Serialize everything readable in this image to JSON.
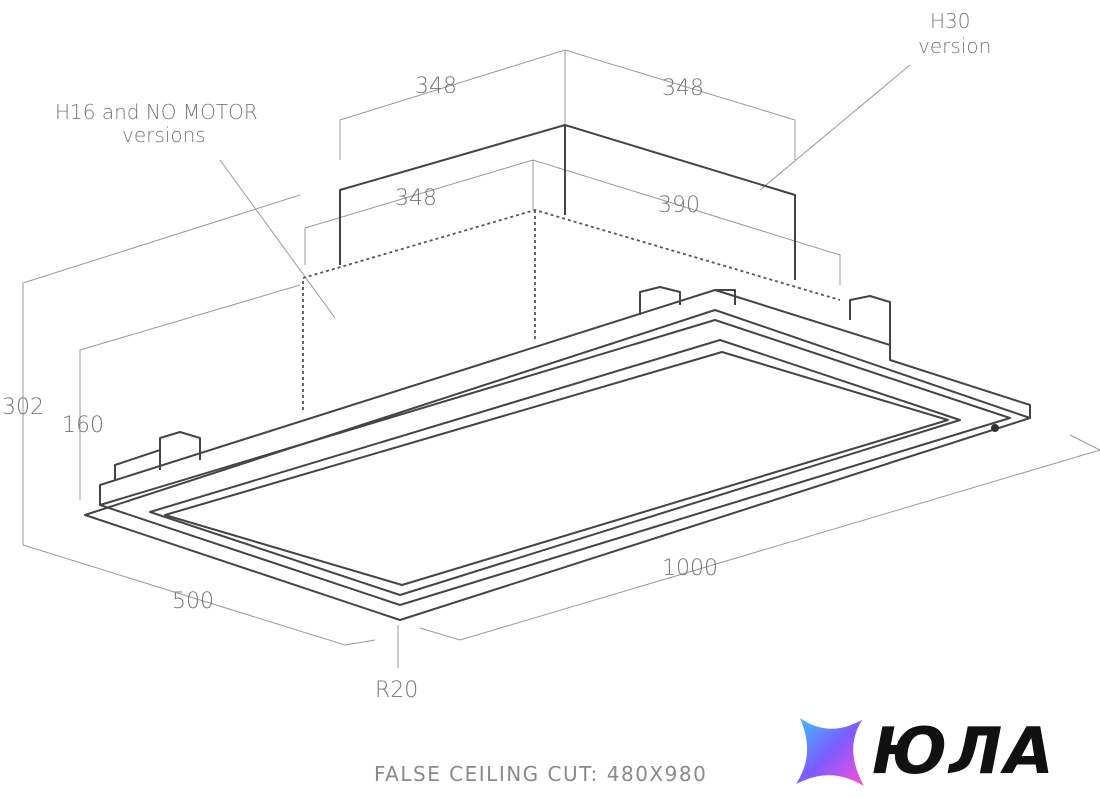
{
  "labels": {
    "top_dim_left": "348",
    "top_dim_right": "348",
    "mid_dim_left": "348",
    "mid_dim_right": "390",
    "h30_line1": "H30",
    "h30_line2": "version",
    "h16_line1": "H16 and NO MOTOR",
    "h16_line2": "versions",
    "height_total": "302",
    "height_short": "160",
    "width": "500",
    "length": "1000",
    "radius": "R20"
  },
  "footer": {
    "cut_text": "FALSE CEILING CUT: 480X980"
  },
  "logo": {
    "text": "ЮЛА",
    "gradient": [
      "#3fc3ff",
      "#7b5cff",
      "#ff4fd8"
    ]
  }
}
